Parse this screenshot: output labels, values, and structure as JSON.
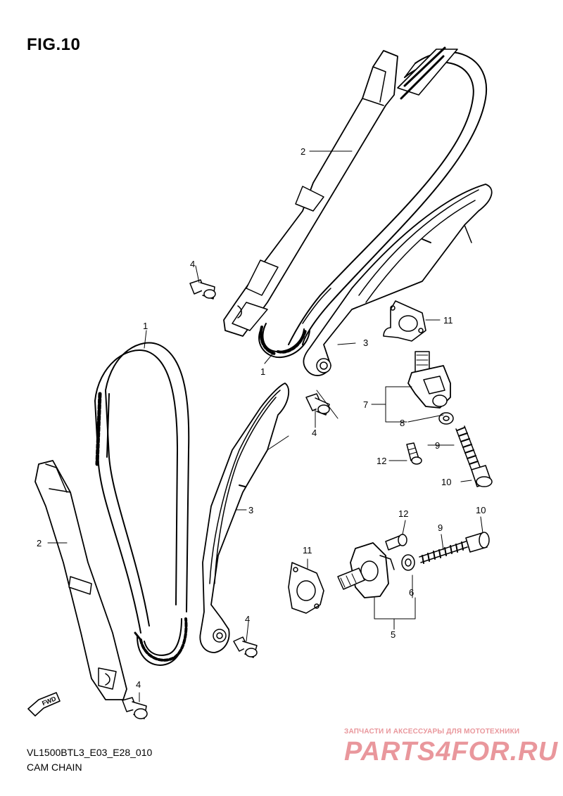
{
  "figure": {
    "title": "FIG.10",
    "model_code": "VL1500BTL3_E03_E28_010",
    "caption": "CAM CHAIN"
  },
  "callouts": {
    "cam_chain_top": "1",
    "cam_chain_bottom": "1",
    "chain_guide_top": "2",
    "chain_guide_bottom": "2",
    "tensioner_top": "3",
    "tensioner_bottom": "3",
    "bolt_a": "4",
    "bolt_b": "4",
    "bolt_c": "4",
    "bolt_d": "4",
    "adjuster_assy_top": "7",
    "adjuster_assy_bottom": "5",
    "gasket_ring_bottom": "6",
    "washer_top": "8",
    "spring_top": "9",
    "spring_bottom": "9",
    "cap_bolt_top": "10",
    "cap_bolt_bottom": "10",
    "gasket_top": "11",
    "gasket_bottom": "11",
    "screw_top": "12",
    "screw_bottom": "12"
  },
  "fwd_icon_label": "FWD",
  "watermark": {
    "tagline": "ЗАПЧАСТИ И АКСЕССУАРЫ ДЛЯ МОТОТЕХНИКИ",
    "logo": "PARTS4FOR.RU"
  },
  "colors": {
    "line": "#000000",
    "watermark": "#e9979c"
  }
}
